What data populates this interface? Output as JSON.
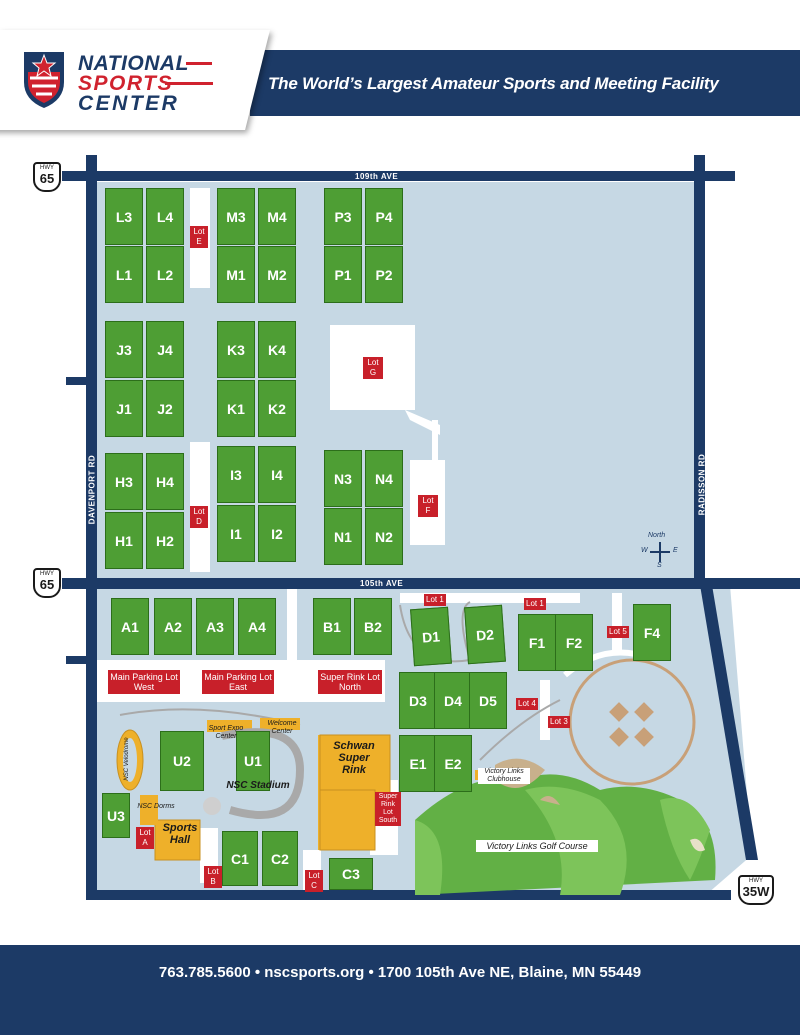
{
  "header": {
    "logo_line1": "NATIONAL",
    "logo_line2": "SPORTS",
    "logo_line3": "CENTER",
    "tagline": "The World’s Largest Amateur Sports and Meeting Facility"
  },
  "roads": {
    "ave_109": "109th AVE",
    "ave_105": "105th AVE",
    "davenport": "DAVENPORT RD",
    "radisson": "RADISSON RD"
  },
  "highways": [
    {
      "prefix": "HWY",
      "number": "65"
    },
    {
      "prefix": "HWY",
      "number": "65"
    },
    {
      "prefix": "HWY",
      "number": "35W"
    }
  ],
  "compass": {
    "north": "North",
    "west": "W",
    "east": "E",
    "south": "S"
  },
  "fields": [
    "L3",
    "L4",
    "M3",
    "M4",
    "P3",
    "P4",
    "L1",
    "L2",
    "M1",
    "M2",
    "P1",
    "P2",
    "J3",
    "J4",
    "K3",
    "K4",
    "J1",
    "J2",
    "K1",
    "K2",
    "H3",
    "H4",
    "I3",
    "I4",
    "N3",
    "N4",
    "H1",
    "H2",
    "I1",
    "I2",
    "N1",
    "N2",
    "A1",
    "A2",
    "A3",
    "A4",
    "B1",
    "B2",
    "D1",
    "D2",
    "F1",
    "F2",
    "F4",
    "D3",
    "D4",
    "D5",
    "E1",
    "E2",
    "U2",
    "U1",
    "U3",
    "C1",
    "C2",
    "C3"
  ],
  "lots": [
    "Lot E",
    "Lot G",
    "Lot D",
    "Lot F",
    "Lot 1",
    "Lot 1",
    "Lot 5",
    "Lot 4",
    "Lot 3",
    "Lot A",
    "Lot B",
    "Lot C"
  ],
  "parking": {
    "main_west": "Main Parking Lot West",
    "main_east": "Main Parking Lot East",
    "super_rink_north": "Super Rink Lot North",
    "super_rink_south": "Super Rink Lot South"
  },
  "buildings": {
    "schwan": "Schwan Super Rink",
    "stadium": "NSC Stadium",
    "sports_hall": "Sports Hall",
    "expo": "Sport Expo Center",
    "welcome": "Welcome Center",
    "velodrome": "NSC Velodrome",
    "dorms": "NSC Dorms",
    "clubhouse": "Victory Links Clubhouse",
    "golf": "Victory Links Golf Course"
  },
  "footer": {
    "text": "763.785.5600 • nscsports.org • 1700 105th Ave NE, Blaine, MN 55449"
  },
  "colors": {
    "navy": "#1c3a66",
    "red": "#c8202a",
    "field_green": "#4e9e34",
    "ground": "#c6d8e4",
    "building": "#eeb02a",
    "golf_green": "#62b045"
  }
}
